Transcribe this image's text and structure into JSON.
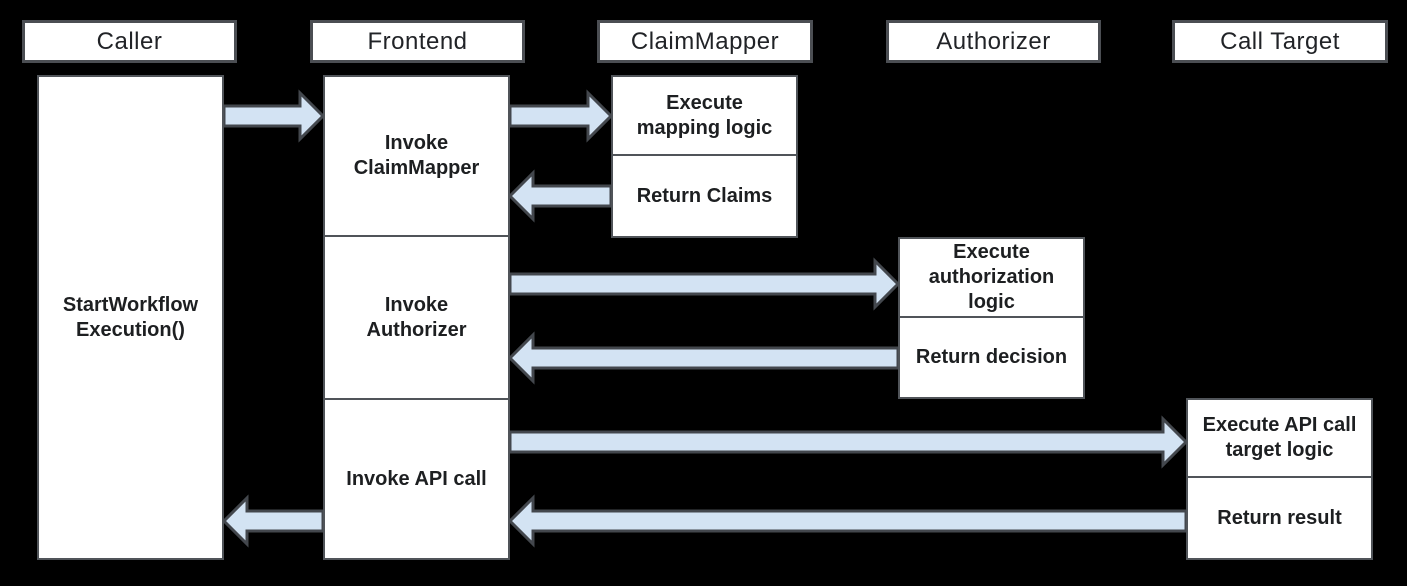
{
  "colors": {
    "background": "#000000",
    "box_fill": "#ffffff",
    "box_border": "#505459",
    "arrow_fill": "#d3e3f3",
    "arrow_stroke": "#43474d",
    "text": "#1d1f21"
  },
  "lifelines": [
    {
      "id": "caller",
      "header": "Caller",
      "boxes": [
        {
          "label": "StartWorkflow\nExecution()"
        }
      ]
    },
    {
      "id": "frontend",
      "header": "Frontend",
      "boxes": [
        {
          "label": "Invoke\nClaimMapper"
        },
        {
          "label": "Invoke\nAuthorizer"
        },
        {
          "label": "Invoke API call"
        }
      ]
    },
    {
      "id": "claimmapper",
      "header": "ClaimMapper",
      "boxes": [
        {
          "label": "Execute\nmapping logic"
        },
        {
          "label": "Return Claims"
        }
      ]
    },
    {
      "id": "authorizer",
      "header": "Authorizer",
      "boxes": [
        {
          "label": "Execute\nauthorization\nlogic"
        },
        {
          "label": "Return decision"
        }
      ]
    },
    {
      "id": "calltarget",
      "header": "Call Target",
      "boxes": [
        {
          "label": "Execute API call\ntarget logic"
        },
        {
          "label": "Return result"
        }
      ]
    }
  ],
  "arrows": [
    {
      "name": "caller-to-frontend",
      "from": "Caller",
      "to": "Frontend",
      "direction": "right"
    },
    {
      "name": "frontend-to-claimmapper",
      "from": "Frontend",
      "to": "ClaimMapper",
      "direction": "right"
    },
    {
      "name": "claimmapper-to-frontend",
      "from": "ClaimMapper",
      "to": "Frontend",
      "direction": "left"
    },
    {
      "name": "frontend-to-authorizer",
      "from": "Frontend",
      "to": "Authorizer",
      "direction": "right"
    },
    {
      "name": "authorizer-to-frontend",
      "from": "Authorizer",
      "to": "Frontend",
      "direction": "left"
    },
    {
      "name": "frontend-to-calltarget",
      "from": "Frontend",
      "to": "Call Target",
      "direction": "right"
    },
    {
      "name": "calltarget-to-frontend",
      "from": "Call Target",
      "to": "Frontend",
      "direction": "left"
    },
    {
      "name": "frontend-to-caller",
      "from": "Frontend",
      "to": "Caller",
      "direction": "left"
    }
  ]
}
